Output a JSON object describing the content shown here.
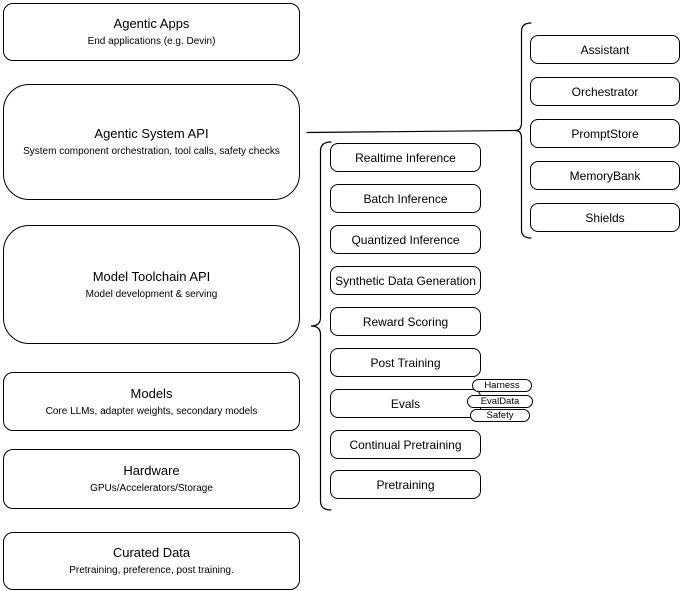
{
  "diagram": {
    "layers": [
      {
        "title": "Agentic Apps",
        "subtitle": "End applications (e.g. Devin)"
      },
      {
        "title": "Agentic System API",
        "subtitle": "System component orchestration, tool calls, safety checks"
      },
      {
        "title": "Model Toolchain API",
        "subtitle": "Model development & serving"
      },
      {
        "title": "Models",
        "subtitle": "Core LLMs, adapter weights, secondary models"
      },
      {
        "title": "Hardware",
        "subtitle": "GPUs/Accelerators/Storage"
      },
      {
        "title": "Curated Data",
        "subtitle": "Pretraining, preference, post training."
      }
    ],
    "toolchain_services": [
      "Realtime Inference",
      "Batch Inference",
      "Quantized Inference",
      "Synthetic Data Generation",
      "Reward Scoring",
      "Post Training",
      "Evals",
      "Continual Pretraining",
      "Pretraining"
    ],
    "evals_tags": [
      "Harness",
      "EvalData",
      "Safety"
    ],
    "system_components": [
      "Assistant",
      "Orchestrator",
      "PromptStore",
      "MemoryBank",
      "Shields"
    ],
    "colors": {
      "stroke": "#000000",
      "fill": "#ffffff",
      "background": "#ffffff"
    }
  }
}
